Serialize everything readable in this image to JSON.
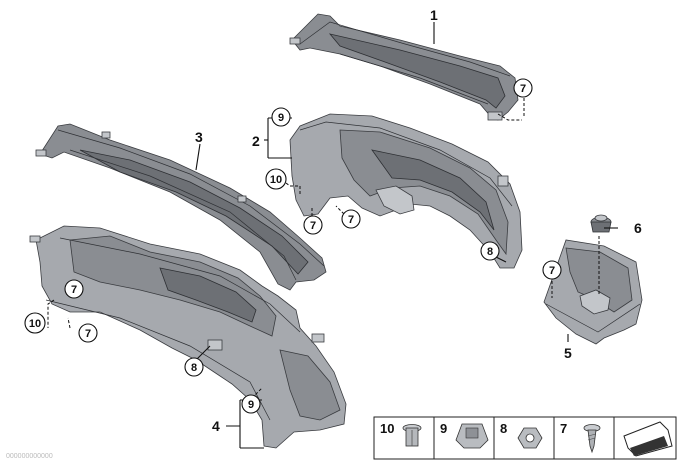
{
  "parts": [
    {
      "id": "1",
      "label": "1"
    },
    {
      "id": "2",
      "label": "2"
    },
    {
      "id": "3",
      "label": "3"
    },
    {
      "id": "4",
      "label": "4"
    },
    {
      "id": "5",
      "label": "5"
    },
    {
      "id": "6",
      "label": "6"
    }
  ],
  "callouts": {
    "c7a": "7",
    "c9a": "9",
    "c10a": "10",
    "c7b": "7",
    "c7c": "7",
    "c8a": "8",
    "c7d": "7",
    "c7e": "7",
    "c10b": "10",
    "c7f": "7",
    "c8b": "8",
    "c9b": "9"
  },
  "legend": {
    "items": [
      {
        "label": "10",
        "icon": "expanding-nut-icon"
      },
      {
        "label": "9",
        "icon": "clip-nut-icon"
      },
      {
        "label": "8",
        "icon": "hex-nut-icon"
      },
      {
        "label": "7",
        "icon": "screw-icon"
      }
    ],
    "last_icon": "catalog-arrow-icon"
  },
  "watermark": "000000000000"
}
